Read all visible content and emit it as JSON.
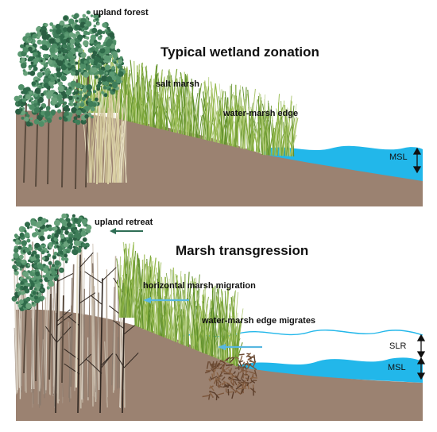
{
  "top_panel": {
    "title": "Typical wetland zonation",
    "labels": {
      "upland_forest": "upland forest",
      "salt_marsh": "salt marsh",
      "water_marsh_edge": "water-marsh edge",
      "msl": "MSL"
    }
  },
  "bottom_panel": {
    "title": "Marsh transgression",
    "labels": {
      "upland_retreat": "upland retreat",
      "horizontal_marsh_migration": "horizontal marsh migration",
      "water_marsh_edge_migrates": "water-marsh edge migrates",
      "slr": "SLR",
      "msl": "MSL"
    }
  },
  "colors": {
    "soil": "#9b8271",
    "water": "#22b7ea",
    "marsh_grass": "#7ea83a",
    "forest": "#3f7d59",
    "dead_wood": "#7a6657",
    "arrow_dark": "#2f6e55",
    "arrow_light": "#58b7e0"
  }
}
